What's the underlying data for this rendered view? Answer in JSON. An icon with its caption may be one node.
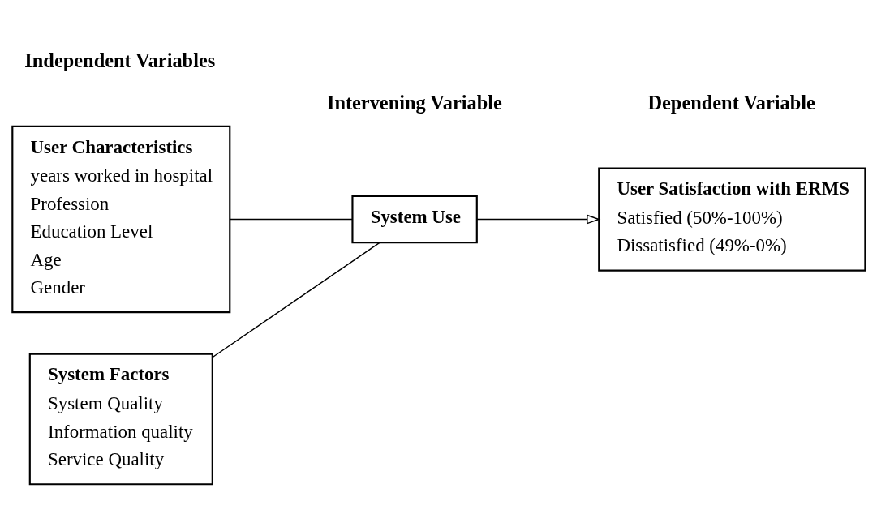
{
  "diagram": {
    "nodes": [
      {
        "text": [
          "User Characteristics",
          "years worked in hospital",
          "Profession",
          "Education Level",
          "Age",
          "Gender"
        ]
      },
      {
        "text": [
          "System Factors",
          "System Quality",
          "Information quality",
          "Service Quality"
        ]
      },
      {
        "text": [
          "System Use"
        ]
      },
      {
        "text": [
          "User Satisfaction with ERMS",
          "Satisfied (50%-100%)",
          "Dissatisfied (49%-0%)"
        ]
      }
    ],
    "edges": [
      {
        "from": 0,
        "to": 2,
        "arrow": "none"
      },
      {
        "from": 1,
        "to": 2,
        "arrow": "none"
      },
      {
        "from": 2,
        "to": 3,
        "arrow": "to"
      }
    ],
    "labels": [
      "Independent Variables",
      "Intervening Variable",
      "Dependent Variable"
    ]
  }
}
